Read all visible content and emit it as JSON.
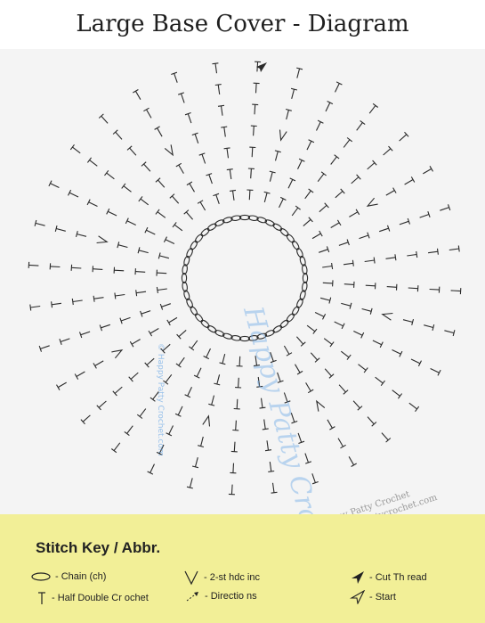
{
  "title": "Large Base Cover - Diagram",
  "watermarks": {
    "script": "Happy Patty Crochet",
    "side": "© Happy Patty Crochet.com",
    "copyright": "© Happy Patty Crochet",
    "url": "www.happypattycrochet.com"
  },
  "key": {
    "title": "Stitch Key / Abbr.",
    "chain": "- Chain (ch)",
    "hdc": "- Half Double Cr ochet",
    "inc": "- 2-st hdc  inc",
    "directions": "- Directio ns",
    "cut": "- Cut Th read",
    "start": "- Start"
  },
  "diagram": {
    "center_chain_count": 44,
    "spokes": 32,
    "stitches_per_spoke": 7,
    "colors": {
      "ink": "#2a2a2a",
      "background": "#f4f4f4",
      "key_background": "#f2ef97",
      "watermark": "#8ab8e8"
    }
  }
}
